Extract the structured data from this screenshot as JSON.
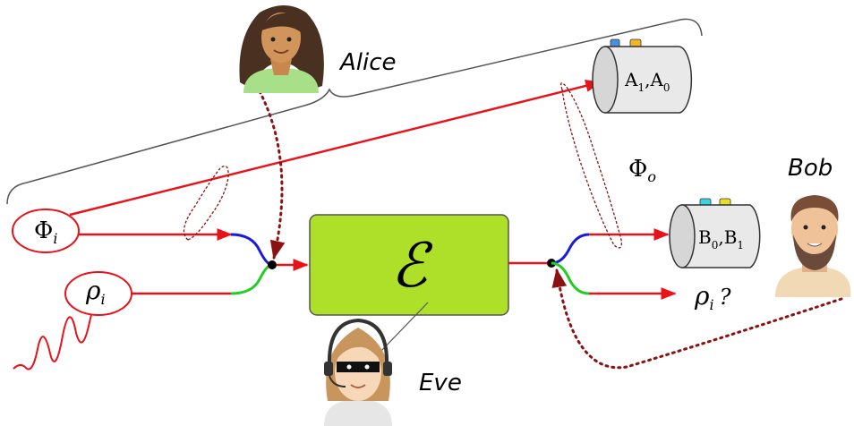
{
  "labels": {
    "alice": "Alice",
    "bob": "Bob",
    "eve": "Eve",
    "phi_out_base": "Φ",
    "phi_out_sub": "o",
    "phi_in_base": "Φ",
    "phi_in_sub": "i",
    "rho_in_base": "ρ",
    "rho_in_sub": "i",
    "rho_out_base": "ρ",
    "rho_out_sub": "i",
    "rho_out_q": "?",
    "channel": "ℰ",
    "alice_detector_a": "A",
    "alice_detector_a_sub": "1",
    "alice_detector_sep": ",A",
    "alice_detector_b_sub": "0",
    "bob_detector_a": "B",
    "bob_detector_a_sub": "0",
    "bob_detector_sep": ",B",
    "bob_detector_b_sub": "1"
  },
  "colors": {
    "beam": "#e8121b",
    "channel_fill": "#aee02a",
    "dotted": "#8b1212",
    "blue_arm": "#1a1adf",
    "green_arm": "#22cc22"
  }
}
